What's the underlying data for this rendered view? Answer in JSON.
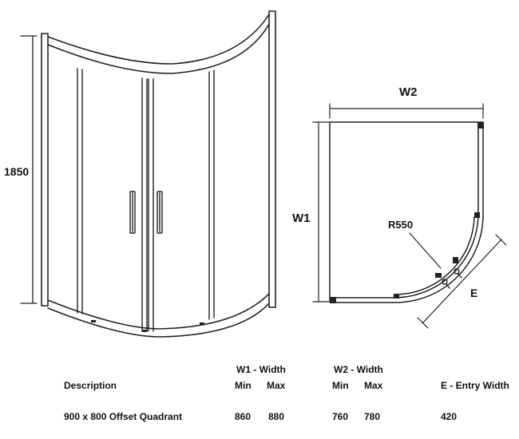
{
  "diagram": {
    "height_label": "1850",
    "w1_label": "W1",
    "w2_label": "W2",
    "radius_label": "R550",
    "entry_label": "E"
  },
  "table": {
    "description_header": "Description",
    "w1_header": "W1 - Width",
    "w2_header": "W2 - Width",
    "entry_header": "E - Entry Width",
    "min_label": "Min",
    "max_label": "Max",
    "row": {
      "description": "900 x 800 Offset Quadrant",
      "w1_min": "860",
      "w1_max": "880",
      "w2_min": "760",
      "w2_max": "780",
      "entry": "420"
    }
  }
}
